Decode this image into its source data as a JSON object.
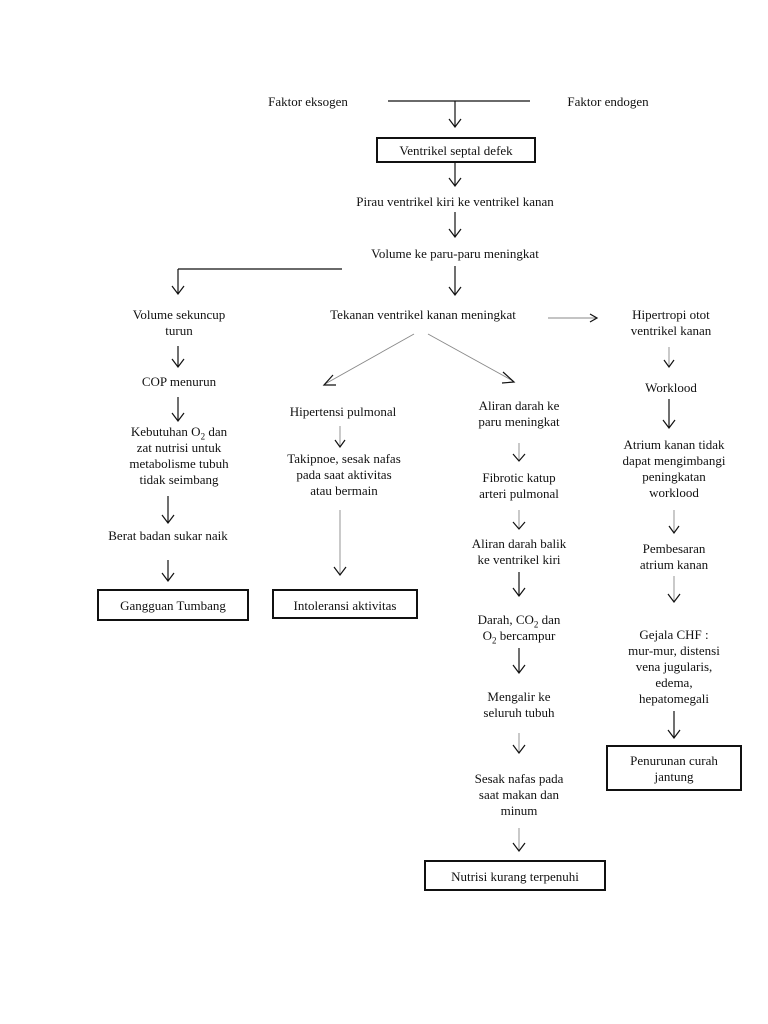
{
  "top": {
    "exogen": "Faktor eksogen",
    "endogen": "Faktor endogen",
    "vsd": "Ventrikel septal defek",
    "pirau": "Pirau ventrikel kiri ke ventrikel kanan",
    "volume_paru": "Volume ke paru-paru meningkat"
  },
  "left": {
    "volume_sekuncup": [
      "Volume sekuncup",
      "turun"
    ],
    "cop": "COP menurun",
    "kebutuhan": [
      "Kebutuhan O",
      "2",
      " dan",
      "zat nutrisi untuk",
      "metabolisme tubuh",
      "tidak seimbang"
    ],
    "berat_badan": "Berat badan sukar naik",
    "gangguan": "Gangguan Tumbang"
  },
  "center": {
    "tekanan": "Tekanan ventrikel kanan meningkat",
    "hipertensi": "Hipertensi pulmonal",
    "takipnoe": [
      "Takipnoe, sesak nafas",
      "pada saat aktivitas",
      "atau bermain"
    ],
    "intoleransi": "Intoleransi aktivitas"
  },
  "mid_right": {
    "aliran_darah": [
      "Aliran darah ke",
      "paru meningkat"
    ],
    "fibrotic": [
      "Fibrotic katup",
      "arteri pulmonal"
    ],
    "aliran_balik": [
      "Aliran darah balik",
      "ke ventrikel kiri"
    ],
    "darah_co2": [
      "Darah, CO",
      "2",
      " dan",
      "O",
      "2",
      " bercampur"
    ],
    "mengalir": [
      "Mengalir ke",
      "seluruh tubuh"
    ],
    "sesak": [
      "Sesak nafas pada",
      "saat makan dan",
      "minum"
    ],
    "nutrisi": "Nutrisi kurang terpenuhi"
  },
  "right": {
    "hipertropi": [
      "Hipertropi otot",
      "ventrikel kanan"
    ],
    "workload": "Worklood",
    "atrium": [
      "Atrium kanan tidak",
      "dapat mengimbangi",
      "peningkatan",
      "worklood"
    ],
    "pembesaran": [
      "Pembesaran",
      "atrium kanan"
    ],
    "gejala": [
      "Gejala CHF :",
      "mur-mur, distensi",
      "vena jugularis,",
      "edema,",
      "hepatomegali"
    ],
    "penurunan": [
      "Penurunan curah",
      "jantung"
    ]
  }
}
